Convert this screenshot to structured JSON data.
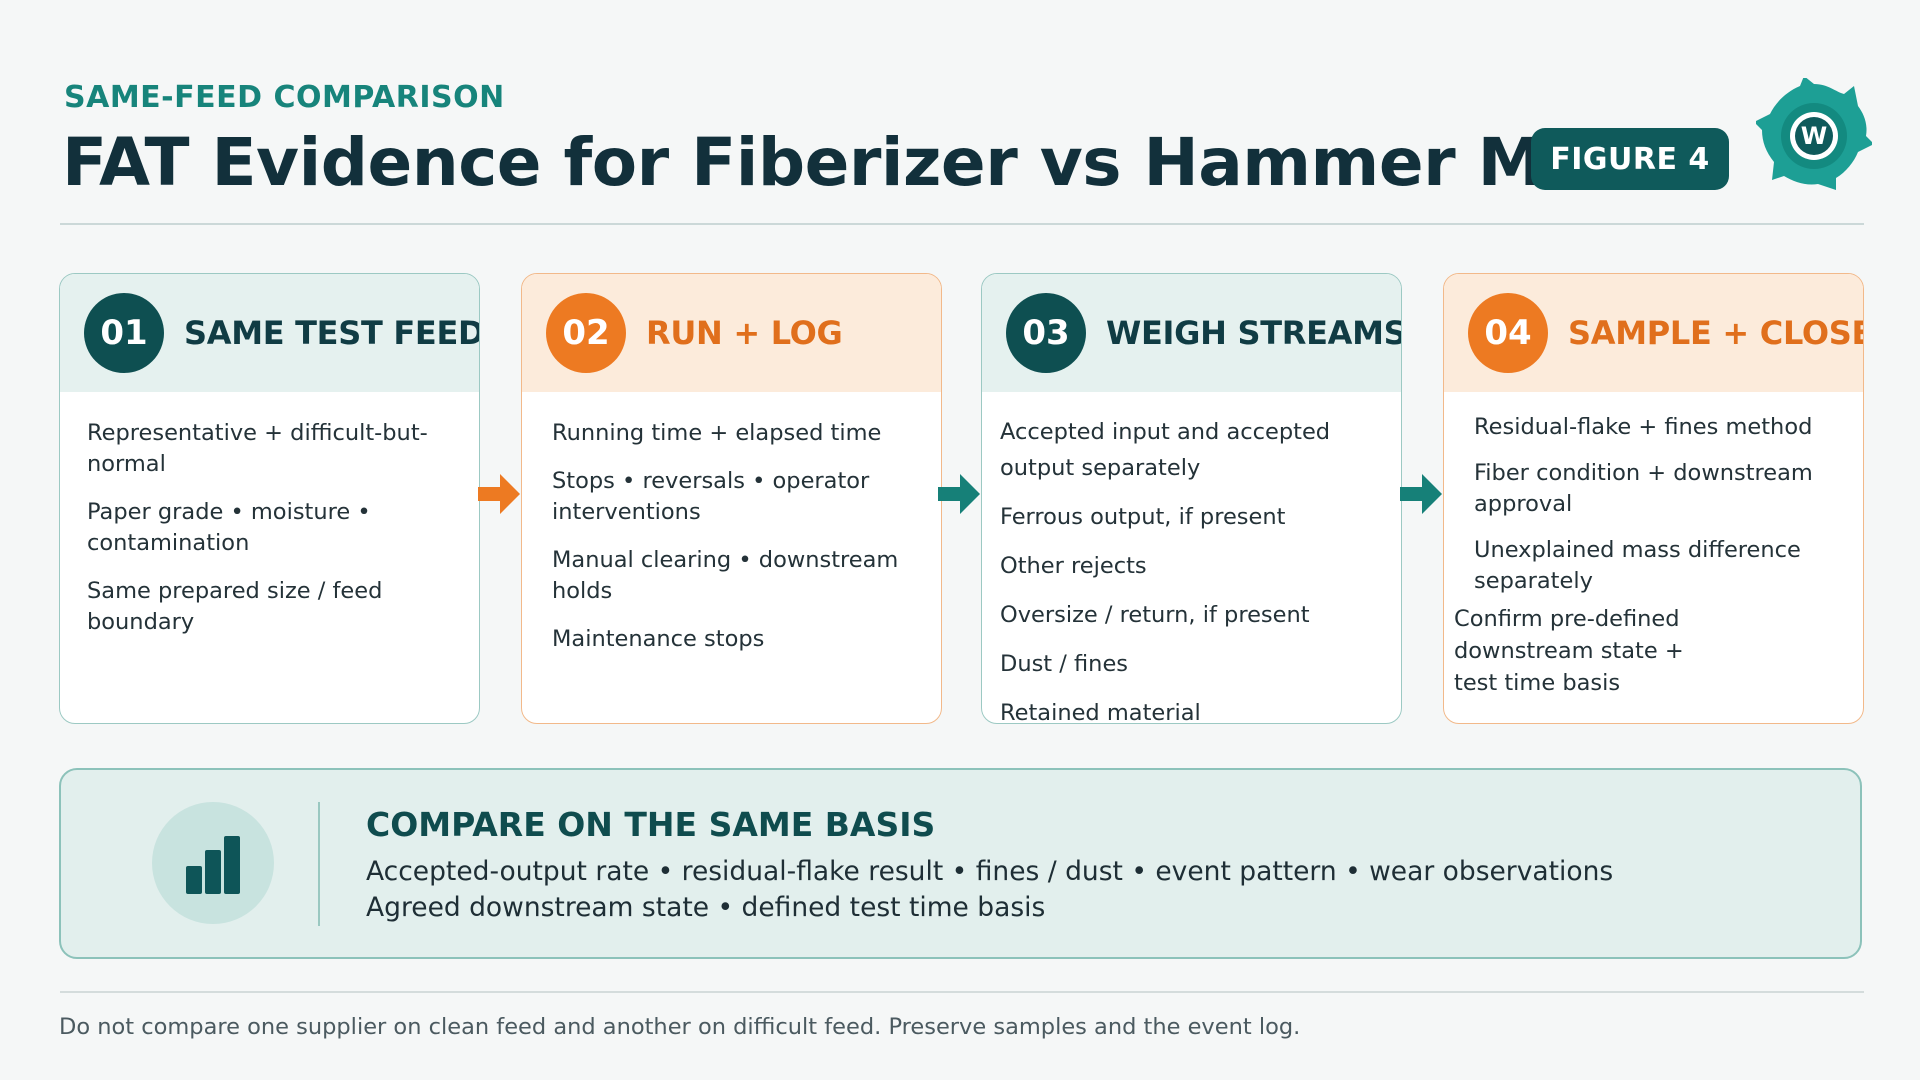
{
  "header": {
    "eyebrow": "SAME-FEED COMPARISON",
    "title": "FAT Evidence for Fiberizer vs Hammer Mill",
    "figure_badge": "FIGURE 4"
  },
  "steps": [
    {
      "number": "01",
      "title": "SAME TEST FEED",
      "items": [
        "Representative + difficult-but-normal",
        "Paper grade • moisture • contamination",
        "Same prepared size / feed boundary"
      ]
    },
    {
      "number": "02",
      "title": "RUN + LOG",
      "items": [
        "Running time + elapsed time",
        "Stops • reversals • operator interventions",
        "Manual clearing • downstream holds",
        "Maintenance stops"
      ]
    },
    {
      "number": "03",
      "title": "WEIGH STREAMS",
      "items": [
        "Accepted input and accepted output separately",
        "Ferrous output, if present",
        "Other rejects",
        "Oversize / return, if present",
        "Dust / fines",
        "Retained material"
      ]
    },
    {
      "number": "04",
      "title": "SAMPLE + CLOSE",
      "items": [
        "Residual-flake + fines method",
        "Fiber condition + downstream approval",
        "Unexplained mass difference separately",
        "Confirm pre-defined downstream state + test time basis"
      ]
    }
  ],
  "compare": {
    "title": "COMPARE ON THE SAME BASIS",
    "line1": "Accepted-output rate • residual-flake result • fines / dust • event pattern • wear observations",
    "line2": "Agreed downstream state • defined test time basis"
  },
  "footnote": "Do not compare one supplier on clean feed and another on difficult feed. Preserve samples and the event log.",
  "colors": {
    "teal_dark": "#0e4f51",
    "teal_accent": "#17847b",
    "orange_accent": "#ed7a22",
    "title_dark": "#12303b"
  }
}
